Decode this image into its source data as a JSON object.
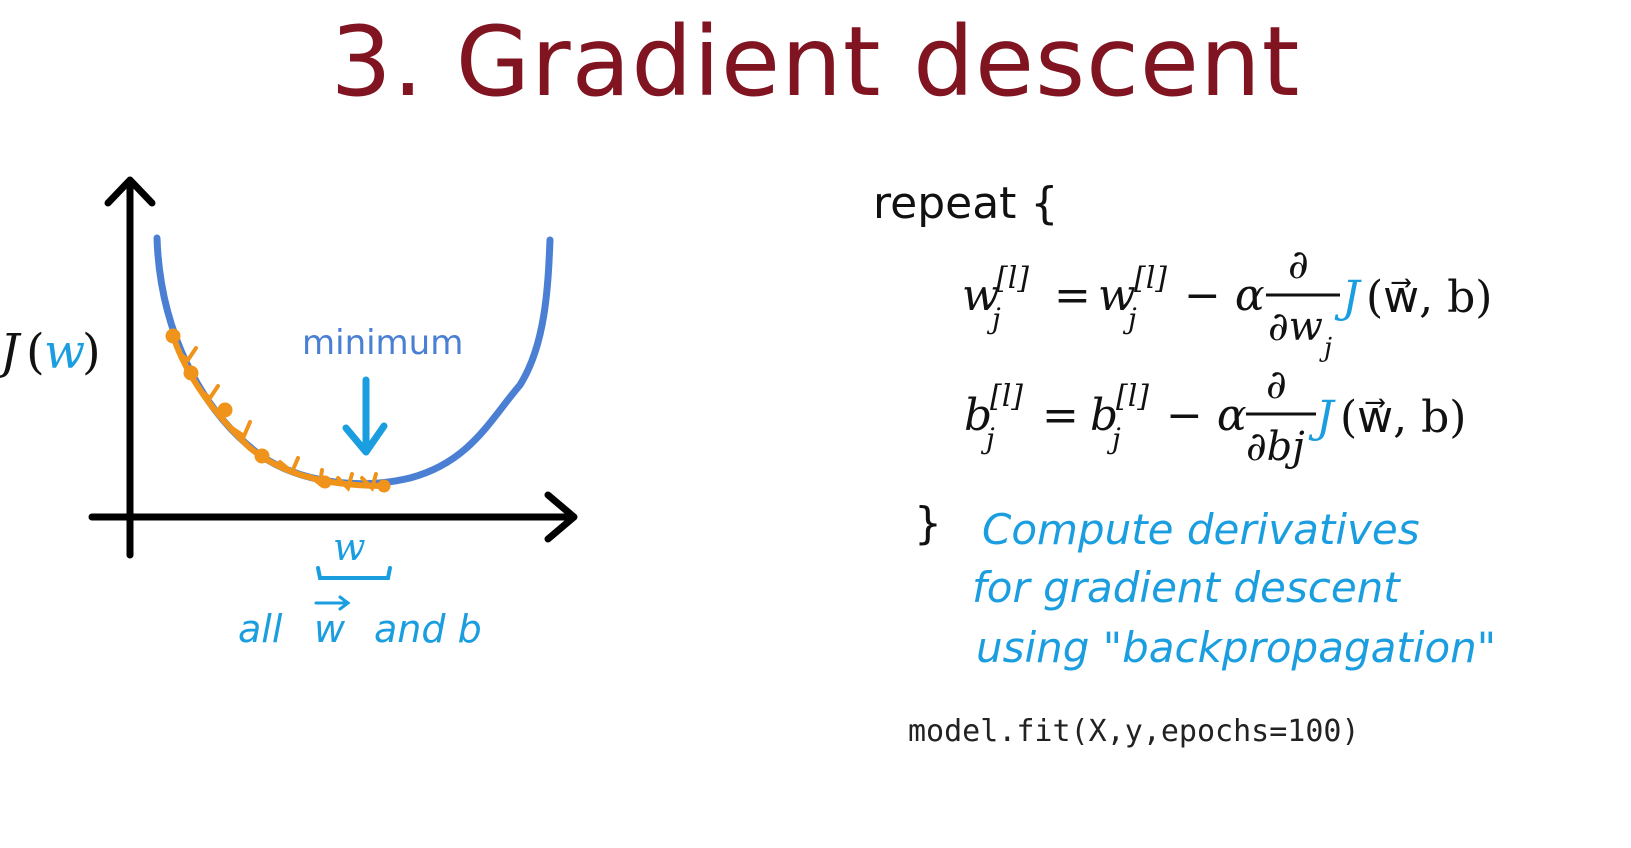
{
  "title": "3. Gradient descent",
  "graph": {
    "y_label_J": "J",
    "y_label_open": "(",
    "y_label_w": "w",
    "y_label_close": ")",
    "minimum_label": "minimum",
    "x_label": "w",
    "x_note": "all",
    "x_note_vec": "w",
    "x_note_rest": "and b"
  },
  "algorithm": {
    "repeat": "repeat {",
    "w_lhs": "w",
    "w_sub": "j",
    "w_sup": "[l]",
    "w_rhs": "w",
    "b_lhs": "b",
    "b_sub": "j",
    "b_sup": "[l]",
    "b_rhs": "b",
    "equals": "=",
    "minus_alpha": "− α",
    "partial": "∂",
    "denom_w": "∂w",
    "denom_w_sub": "j",
    "denom_b": "∂bj",
    "cost_J": "J",
    "cost_args": "(w⃗, b)",
    "close_brace": "}"
  },
  "note": {
    "line1": "Compute derivatives",
    "line2": "for gradient descent",
    "line3": "using \"backpropagation\""
  },
  "code": "model.fit(X,y,epochs=100)",
  "colors": {
    "title": "#801420",
    "curve": "#4a7fd4",
    "handwriting": "#1a9ee0",
    "steps": "#f0931a",
    "axes": "#000000"
  }
}
